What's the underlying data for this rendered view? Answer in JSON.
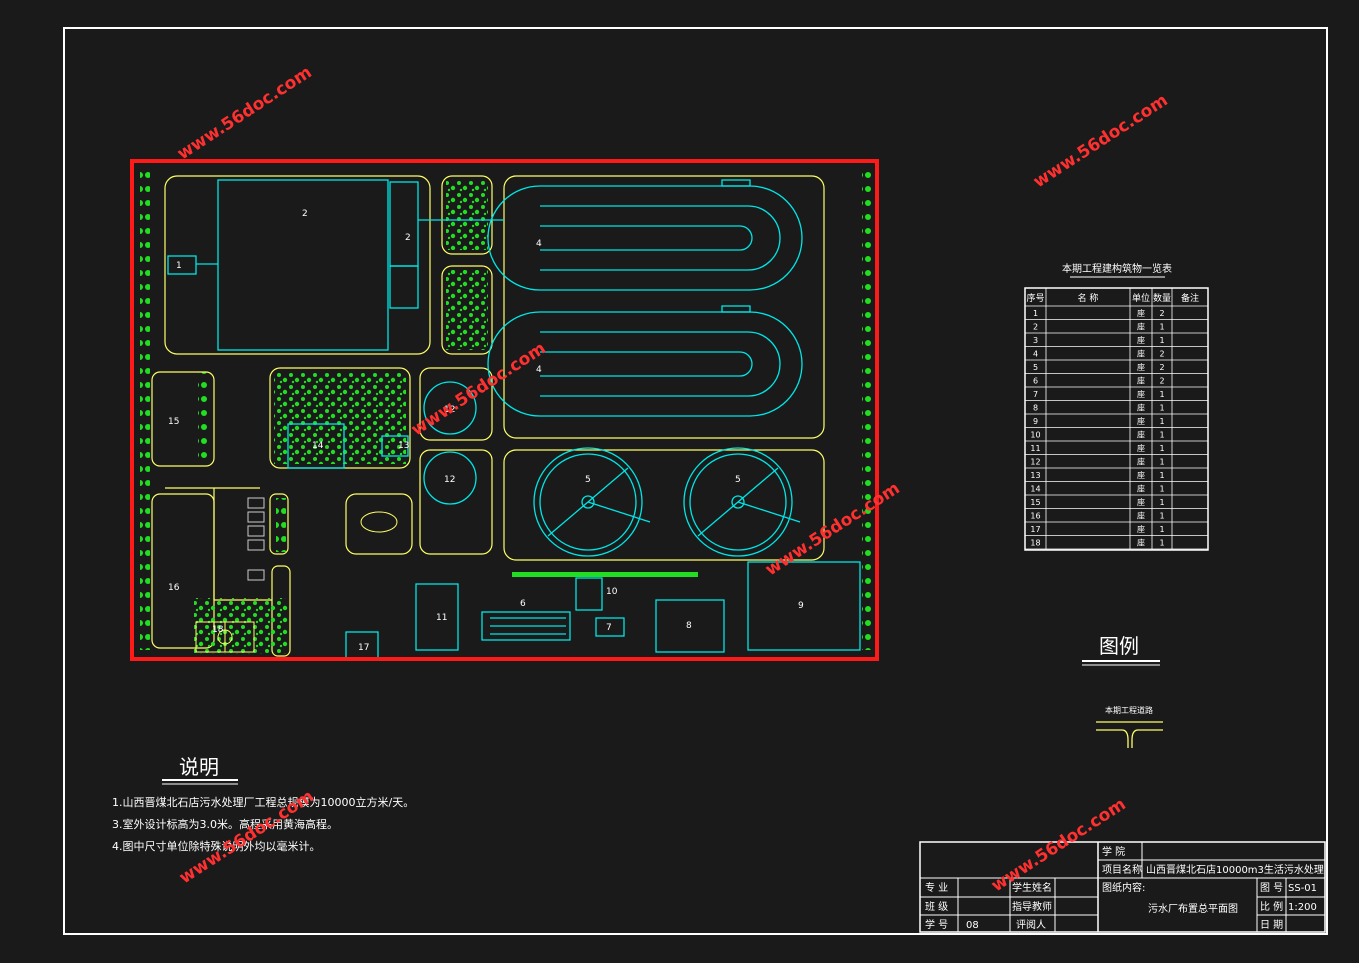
{
  "site_labels": [
    {
      "id": "1",
      "text": "1"
    },
    {
      "id": "2a",
      "text": "2"
    },
    {
      "id": "2b",
      "text": "2"
    },
    {
      "id": "4a",
      "text": "4"
    },
    {
      "id": "4b",
      "text": "4"
    },
    {
      "id": "5a",
      "text": "5"
    },
    {
      "id": "5b",
      "text": "5"
    },
    {
      "id": "6",
      "text": "6"
    },
    {
      "id": "7",
      "text": "7"
    },
    {
      "id": "8",
      "text": "8"
    },
    {
      "id": "9",
      "text": "9"
    },
    {
      "id": "10",
      "text": "10"
    },
    {
      "id": "11",
      "text": "11"
    },
    {
      "id": "12a",
      "text": "12"
    },
    {
      "id": "12b",
      "text": "12"
    },
    {
      "id": "13",
      "text": "13"
    },
    {
      "id": "14",
      "text": "14"
    },
    {
      "id": "15",
      "text": "15"
    },
    {
      "id": "16",
      "text": "16"
    },
    {
      "id": "17",
      "text": "17"
    },
    {
      "id": "18",
      "text": "18"
    }
  ],
  "table": {
    "title": "本期工程建构筑物一览表",
    "headers": [
      "序号",
      "名 称",
      "单位",
      "数量",
      "备注"
    ],
    "rows": [
      [
        "1",
        "",
        "座",
        "2",
        ""
      ],
      [
        "2",
        "",
        "座",
        "1",
        ""
      ],
      [
        "3",
        "",
        "座",
        "1",
        ""
      ],
      [
        "4",
        "",
        "座",
        "2",
        ""
      ],
      [
        "5",
        "",
        "座",
        "2",
        ""
      ],
      [
        "6",
        "",
        "座",
        "2",
        ""
      ],
      [
        "7",
        "",
        "座",
        "1",
        ""
      ],
      [
        "8",
        "",
        "座",
        "1",
        ""
      ],
      [
        "9",
        "",
        "座",
        "1",
        ""
      ],
      [
        "10",
        "",
        "座",
        "1",
        ""
      ],
      [
        "11",
        "",
        "座",
        "1",
        ""
      ],
      [
        "12",
        "",
        "座",
        "1",
        ""
      ],
      [
        "13",
        "",
        "座",
        "1",
        ""
      ],
      [
        "14",
        "",
        "座",
        "1",
        ""
      ],
      [
        "15",
        "",
        "座",
        "1",
        ""
      ],
      [
        "16",
        "",
        "座",
        "1",
        ""
      ],
      [
        "17",
        "",
        "座",
        "1",
        ""
      ],
      [
        "18",
        "",
        "座",
        "1",
        ""
      ]
    ]
  },
  "legend": {
    "title": "图例",
    "item_label": "本期工程道路"
  },
  "notes": {
    "title": "说明",
    "lines": [
      "1.山西晋煤北石店污水处理厂工程总规模为10000立方米/天。",
      "3.室外设计标高为3.0米。高程采用黄海高程。",
      "4.图中尺寸单位除特殊说明外均以毫米计。"
    ]
  },
  "title_block": {
    "school_label": "学  院",
    "project_label": "项目名称",
    "project_value": "山西晋煤北石店10000m3生活污水处理",
    "content_label": "图纸内容:",
    "content_value": "污水厂布置总平面图",
    "drawing_no_label": "图  号",
    "drawing_no_value": "SS-01",
    "scale_label": "比  例",
    "scale_value": "1:200",
    "date_label": "日  期",
    "major_label": "专  业",
    "class_label": "班  级",
    "student_no_label": "学  号",
    "student_no_value": "08",
    "student_name_label": "学生姓名",
    "advisor_label": "指导教师",
    "reviewer_label": "评阅人"
  },
  "watermark": "www.56doc.com",
  "colors": {
    "background": "#1a1a1a",
    "frame": "#ffffff",
    "boundary": "#ff1a1a",
    "structure": "#00e5e5",
    "road": "#ffff66",
    "green": "#22dd22",
    "watermark": "#ff3030"
  }
}
